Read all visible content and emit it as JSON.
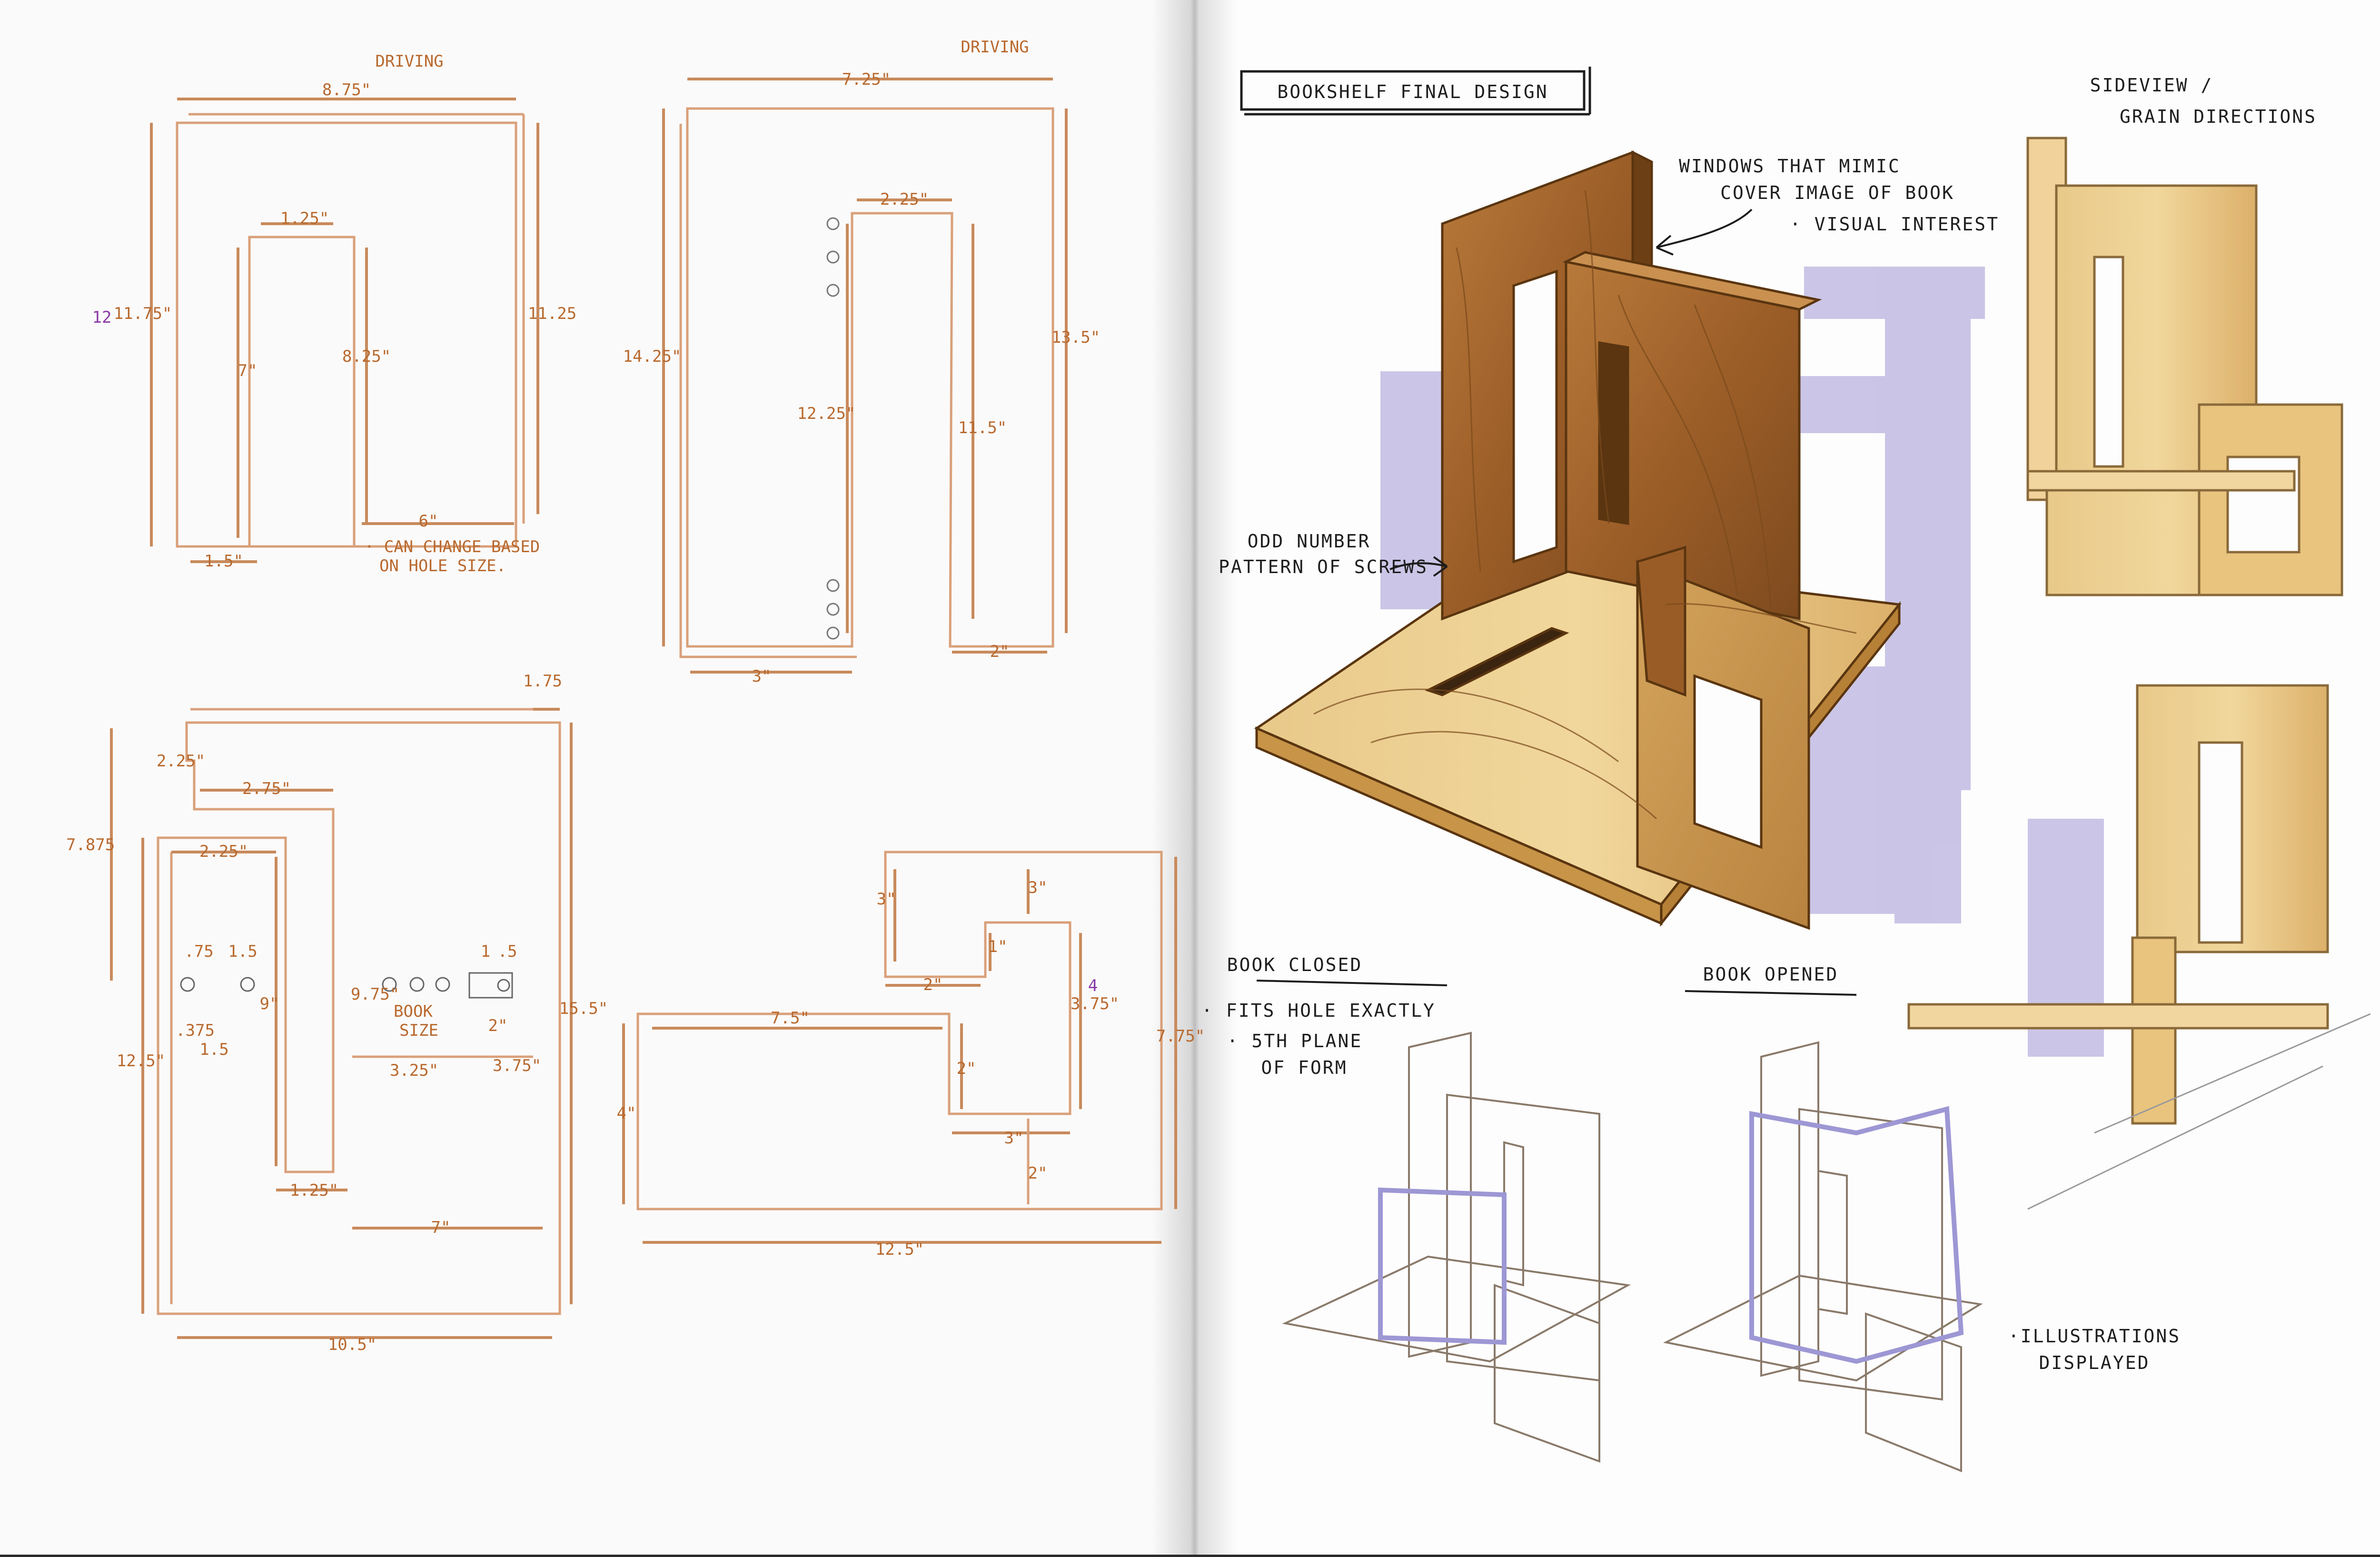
{
  "colors": {
    "paper_left": "#fbfafa",
    "paper_right": "#fdfdfd",
    "pencil_line": "#d9a07a",
    "dimension_text": "#b8692e",
    "annotation_purple": "#8a3aa6",
    "shadow_lavender": "#b9b3df",
    "wood_dark": "#a7682f",
    "wood_light": "#e2bf72",
    "ink": "#1e1e1e"
  },
  "left_page": {
    "panel1": {
      "label": "DRIVING",
      "width": "8.75\"",
      "slot_width": "1.25\"",
      "height_left": "11.75\"",
      "height_alt": "12",
      "height_right": "11.25",
      "slot_left": "7\"",
      "slot_right": "8.25\"",
      "bottom_gap": "6\"",
      "foot": "1.5\"",
      "note_line1": "· CAN CHANGE BASED",
      "note_line2": "ON HOLE SIZE."
    },
    "panel2": {
      "label": "DRIVING",
      "width": "7.25\"",
      "slot_width": "2.25\"",
      "height_left": "14.25\"",
      "slot_height": "12.25\"",
      "height_right": "13.5\"",
      "slot_right": "11.5\"",
      "foot_left": "3\"",
      "foot_right": "2\""
    },
    "panel3": {
      "corner": "1.75",
      "top_tab": "2.25\"",
      "top_width": "2.75\"",
      "overall_height": "7.875",
      "inner_width": "2.25\"",
      "screw_a": ".75",
      "screw_b": "1.5",
      "screw_c": ".375",
      "screw_d": "1.5",
      "slot": "9\"",
      "book_width": "9.75\"",
      "book_label_1": "BOOK",
      "book_label_2": "SIZE",
      "book_dim_a": "1",
      "book_dim_b": ".5",
      "book_dim_c": "2\"",
      "book_gap_a": "3.25\"",
      "book_gap_b": "3.75\"",
      "left_height": "12.5\"",
      "right_height": "15.5\"",
      "slot_foot": "1.25\"",
      "gap": "7\"",
      "bottom_width": "10.5\""
    },
    "panel4": {
      "top_left": "3\"",
      "top_right": "3\"",
      "notch_width": "2\"",
      "notch_height": "1\"",
      "right_height": "3.75\"",
      "right_alt": "4",
      "outer_height": "7.75\"",
      "top_length": "7.5\"",
      "mid": "2\"",
      "left_height": "4\"",
      "lower_notch": "3\"",
      "lower_small": "2\"",
      "bottom_width": "12.5\""
    }
  },
  "right_page": {
    "title": "BOOKSHELF FINAL DESIGN",
    "sideview_line1": "SIDEVIEW /",
    "sideview_line2": "GRAIN DIRECTIONS",
    "windows_line1": "WINDOWS THAT MIMIC",
    "windows_line2": "COVER IMAGE OF BOOK",
    "windows_line3": "· VISUAL INTEREST",
    "screws_line1": "ODD NUMBER",
    "screws_line2": "PATTERN OF SCREWS",
    "book_closed": {
      "heading": "BOOK CLOSED",
      "note1": "· FITS HOLE EXACTLY",
      "note2_line1": "· 5TH PLANE",
      "note2_line2": "OF FORM"
    },
    "book_opened": {
      "heading": "BOOK OPENED"
    },
    "illustrations_line1": "·ILLUSTRATIONS",
    "illustrations_line2": "DISPLAYED"
  }
}
